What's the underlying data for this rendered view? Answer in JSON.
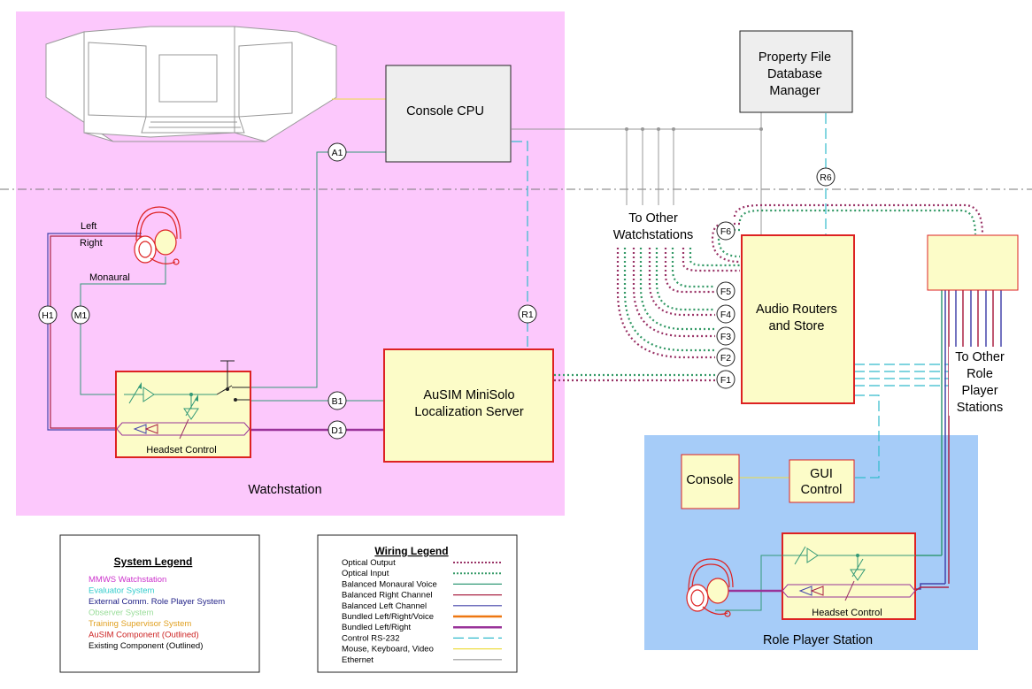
{
  "regions": {
    "watchstation": "Watchstation",
    "role_player_station": "Role Player Station"
  },
  "components": {
    "console_cpu": "Console CPU",
    "property_file": [
      "Property File",
      "Database",
      "Manager"
    ],
    "audio_routers": [
      "Audio Routers",
      "and Store"
    ],
    "ausim_server": [
      "AuSIM MiniSolo",
      "Localization Server"
    ],
    "headset_control": "Headset Control",
    "headset_control_rp": "Headset Control",
    "console_rp": "Console",
    "gui_control": [
      "GUI",
      "Control"
    ]
  },
  "labels": {
    "to_other_watchstations": [
      "To Other",
      "Watchstations"
    ],
    "to_other_role_players": [
      "To Other",
      "Role",
      "Player",
      "Stations"
    ],
    "left": "Left",
    "right": "Right",
    "monaural": "Monaural"
  },
  "tags": {
    "A1": "A1",
    "B1": "B1",
    "D1": "D1",
    "H1": "H1",
    "M1": "M1",
    "R1": "R1",
    "R6": "R6",
    "F1": "F1",
    "F2": "F2",
    "F3": "F3",
    "F4": "F4",
    "F5": "F5",
    "F6": "F6"
  },
  "system_legend": {
    "title": "System Legend",
    "items": [
      {
        "label": "MMWS Watchstation",
        "color": "#cc33cc"
      },
      {
        "label": "Evaluator System",
        "color": "#33cccc"
      },
      {
        "label": "External Comm. Role Player System",
        "color": "#222288"
      },
      {
        "label": "Observer System",
        "color": "#99dd99"
      },
      {
        "label": "Training Supervisor System",
        "color": "#e0a020"
      },
      {
        "label": "AuSIM Component (Outlined)",
        "color": "#cc2222"
      },
      {
        "label": "Existing Component (Outlined)",
        "color": "#000000"
      }
    ]
  },
  "wiring_legend": {
    "title": "Wiring Legend",
    "items": [
      {
        "label": "Optical Output",
        "color": "#993366",
        "style": "dotted"
      },
      {
        "label": "Optical Input",
        "color": "#339966",
        "style": "dotted"
      },
      {
        "label": "Balanced Monaural Voice",
        "color": "#339977",
        "style": "solid"
      },
      {
        "label": "Balanced Right Channel",
        "color": "#aa2244",
        "style": "solid"
      },
      {
        "label": "Balanced Left Channel",
        "color": "#4444aa",
        "style": "solid"
      },
      {
        "label": "Bundled Left/Right/Voice",
        "color": "#ee7711",
        "style": "thick"
      },
      {
        "label": "Bundled Left/Right",
        "color": "#993399",
        "style": "thick"
      },
      {
        "label": "Control RS-232",
        "color": "#33bbcc",
        "style": "dashed"
      },
      {
        "label": "Mouse, Keyboard, Video",
        "color": "#eedd44",
        "style": "solid"
      },
      {
        "label": "Ethernet",
        "color": "#999999",
        "style": "solid"
      }
    ]
  },
  "colors": {
    "watchstation_bg": "#fcc8fc",
    "role_player_bg": "#a6ccf8",
    "component_fill": "#fcfcc8",
    "component_border": "#dd2222",
    "existing_fill": "#eeeeee",
    "optical_output": "#993366",
    "optical_input": "#339966",
    "rs232": "#33bbcc",
    "ethernet": "#999999"
  }
}
